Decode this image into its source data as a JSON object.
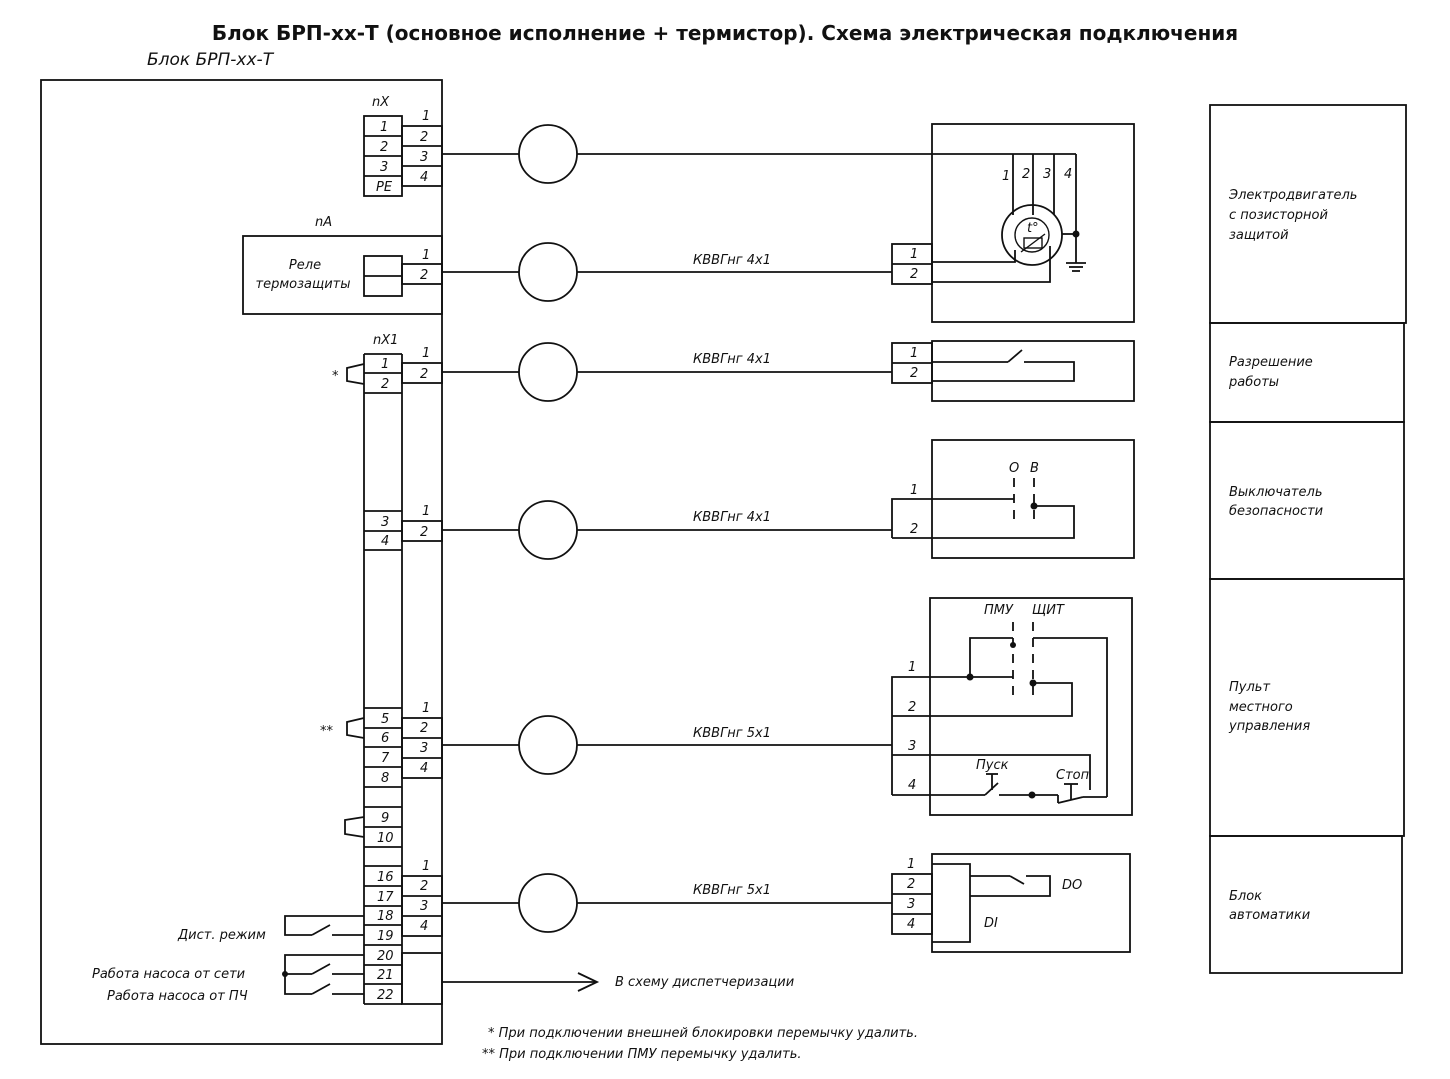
{
  "title": "Блок БРП-хх-Т (основное исполнение + термистор). Схема электрическая подключения",
  "unit_label": "Блок БРП-хх-Т",
  "connectors": {
    "nX": "nX",
    "nA": "nA",
    "nX1": "nX1",
    "nX_pins": [
      "1",
      "2",
      "3",
      "PE"
    ],
    "nX1_pins": [
      "1",
      "2",
      "3",
      "4",
      "5",
      "6",
      "7",
      "8",
      "9",
      "10",
      "16",
      "17",
      "18",
      "19",
      "20",
      "21",
      "22"
    ]
  },
  "relay": {
    "line1": "Реле",
    "line2": "термозащиты"
  },
  "cables": {
    "thermo": "КВВГнг 4х1",
    "permit": "КВВГнг 4х1",
    "safety": "КВВГнг 4х1",
    "panel": "КВВГнг 5х1",
    "automation": "КВВГнг 5х1"
  },
  "wire_numbers": [
    "1",
    "2",
    "3",
    "4"
  ],
  "motor_terminals": [
    "1",
    "2",
    "3",
    "4"
  ],
  "motor_symbol": "t°",
  "safety_switch": {
    "off": "О",
    "on": "В"
  },
  "local_panel": {
    "left_label": "ПМУ",
    "right_label": "ЩИТ",
    "start": "Пуск",
    "stop": "Стоп"
  },
  "automation_io": {
    "do": "DO",
    "di": "DI"
  },
  "marks": {
    "single": "*",
    "double": "**"
  },
  "inputs": {
    "remote_mode": "Дист. режим",
    "pump_mains": "Работа насоса от сети",
    "pump_vfd": "Работа насоса от ПЧ"
  },
  "dispatch": "В схему диспетчеризации",
  "legend": [
    [
      "Электродвигатель",
      "с позисторной",
      "защитой"
    ],
    [
      "Разрешение",
      "работы"
    ],
    [
      "Выключатель",
      "безопасности"
    ],
    [
      "Пульт",
      "местного",
      "управления"
    ],
    [
      "Блок",
      "автоматики"
    ]
  ],
  "notes": [
    "* При подключении внешней блокировки перемычку удалить.",
    "** При подключении ПМУ перемычку удалить."
  ]
}
